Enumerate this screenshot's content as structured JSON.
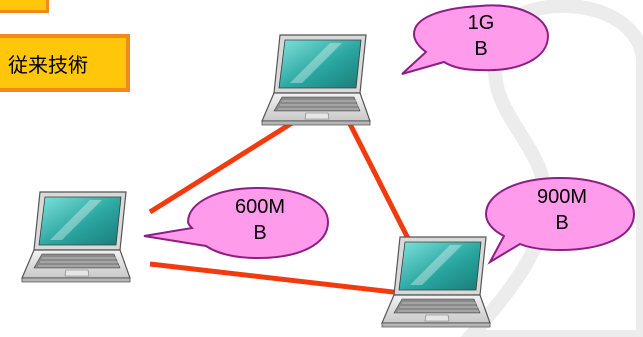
{
  "label_box": {
    "text": "従来技術"
  },
  "bubbles": [
    {
      "line1": "1G",
      "line2": "B"
    },
    {
      "line1": "600M",
      "line2": "B"
    },
    {
      "line1": "900M",
      "line2": "B"
    }
  ],
  "colors": {
    "link_line": "#f23a0f",
    "bubble_fill": "#ff9bea",
    "bubble_stroke": "#8c1f85",
    "label_fill": "#ffc60a",
    "label_border": "#f08a1c",
    "screen_teal": "#2aa6a0"
  }
}
